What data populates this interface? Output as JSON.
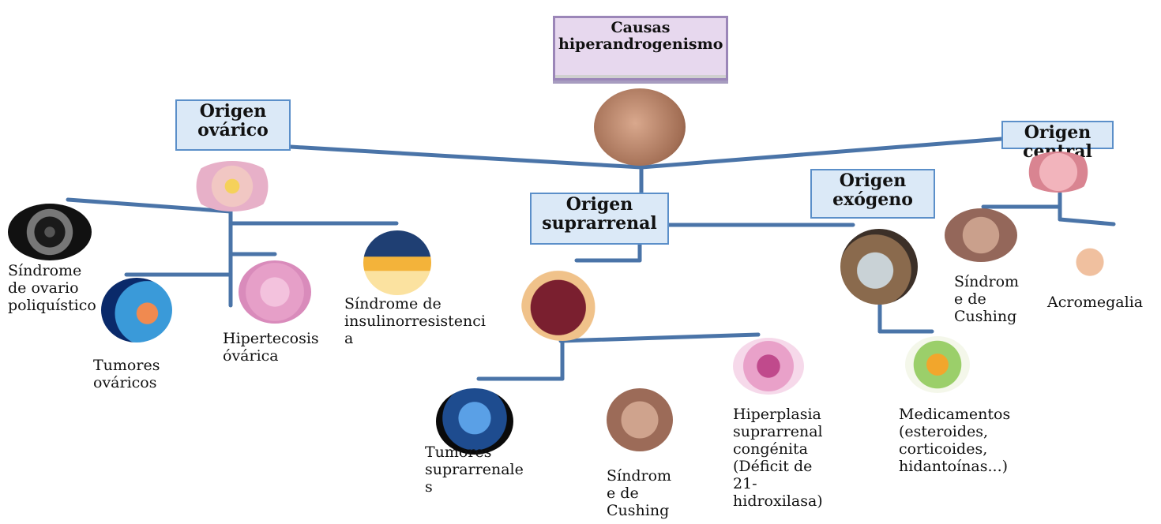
{
  "title": "Causas hiperandrogenismo",
  "branches": {
    "ovarico": "Origen ovárico",
    "suprarrenal": "Origen suprarrenal",
    "exogeno": "Origen exógeno",
    "central": "Origen central"
  },
  "leaves": {
    "sop": "Síndrome\nde ovario\npoliquístico",
    "tumores_ovaricos": "Tumores\nováricos",
    "hipertecosis": "Hipertecosis\nóvárica",
    "insulino": "Síndrome de\ninsulinorresistenci\na",
    "tumores_supra": "Tumores\nsuprarrenale\ns",
    "cushing_supra": "Síndrom\ne de\nCushing",
    "hiperplasia": "Hiperplasia\nsuprarrenal\ncongénita\n(Déficit de\n21-\nhidroxilasa)",
    "medicamentos": "Medicamentos\n(esteroides,\ncorticoides,\nhidantoínas...)",
    "cushing_central": "Síndrom\ne         de\nCushing",
    "acromegalia": "Acromegalia"
  },
  "colors": {
    "line": "#4a74a8",
    "box_fill": "#dbe9f7",
    "box_border": "#5b8fc9",
    "title_fill": "#e7d8ee",
    "title_border": "#9b86b8"
  }
}
